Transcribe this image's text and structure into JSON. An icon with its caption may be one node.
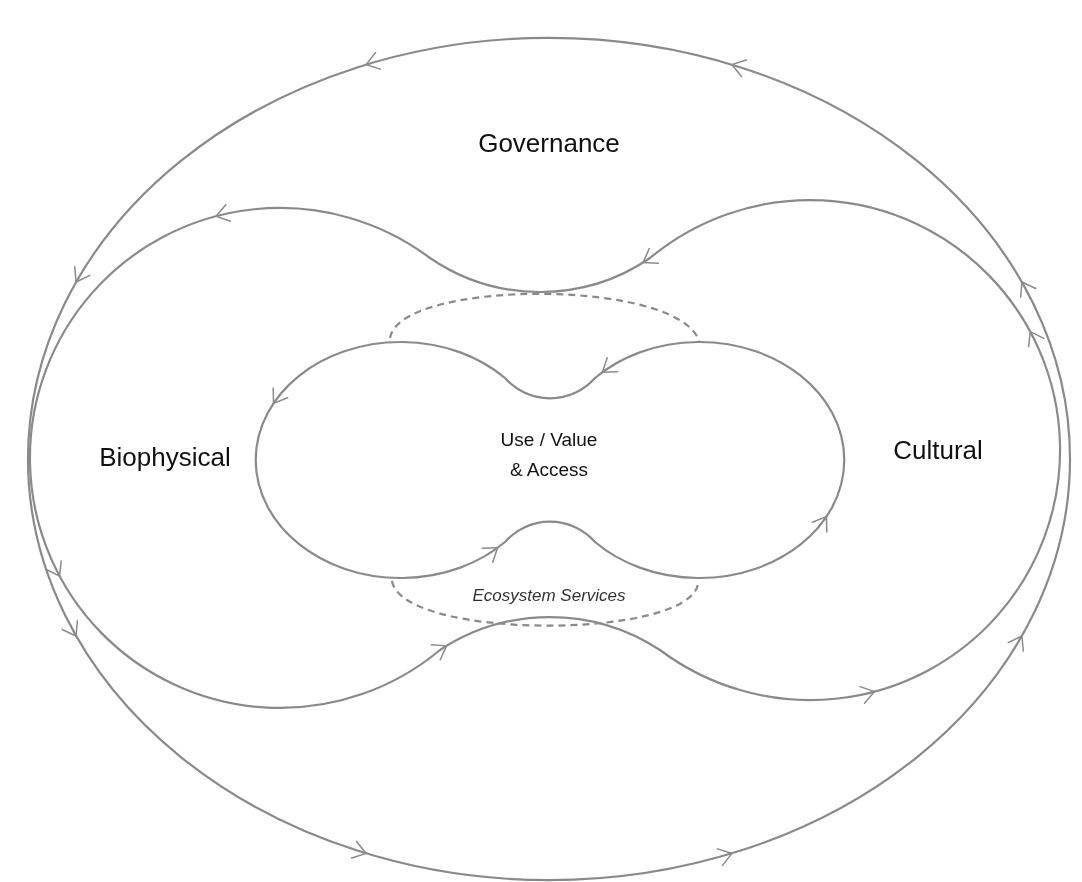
{
  "diagram": {
    "nodes": [
      {
        "text": [
          "Governance"
        ]
      },
      {
        "text": [
          "Biophysical",
          "Cultural"
        ],
        "in": 0
      },
      {
        "text": [
          "Ecosystem Services"
        ],
        "in": 1
      },
      {
        "text": [
          "Use / Value & Access"
        ],
        "in": 1
      }
    ],
    "edges": []
  }
}
